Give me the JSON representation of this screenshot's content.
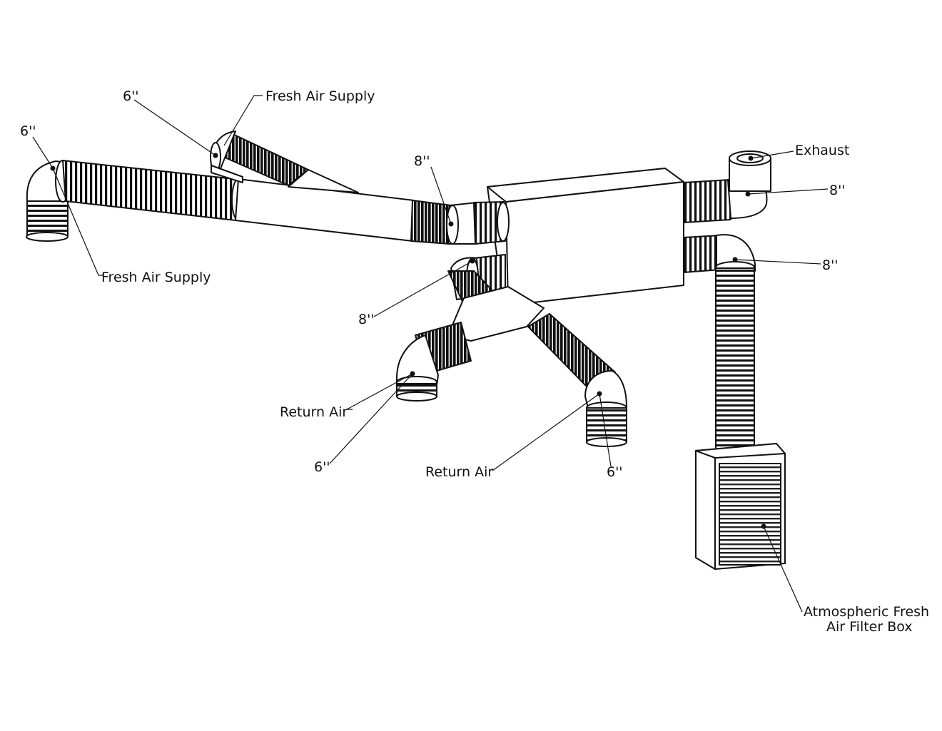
{
  "labels": {
    "six_top": "6''",
    "fresh_air_supply_top": "Fresh Air Supply",
    "six_left": "6''",
    "fresh_air_supply_left": "Fresh Air Supply",
    "eight_center": "8''",
    "exhaust": "Exhaust",
    "eight_exhaust": "8''",
    "eight_intake": "8''",
    "eight_return_trunk": "8''",
    "return_air_left": "Return Air",
    "six_return_left": "6''",
    "return_air_right": "Return Air",
    "six_return_right": "6''",
    "filter_box_line1": "Atmospheric Fresh",
    "filter_box_line2": "Air Filter Box"
  }
}
